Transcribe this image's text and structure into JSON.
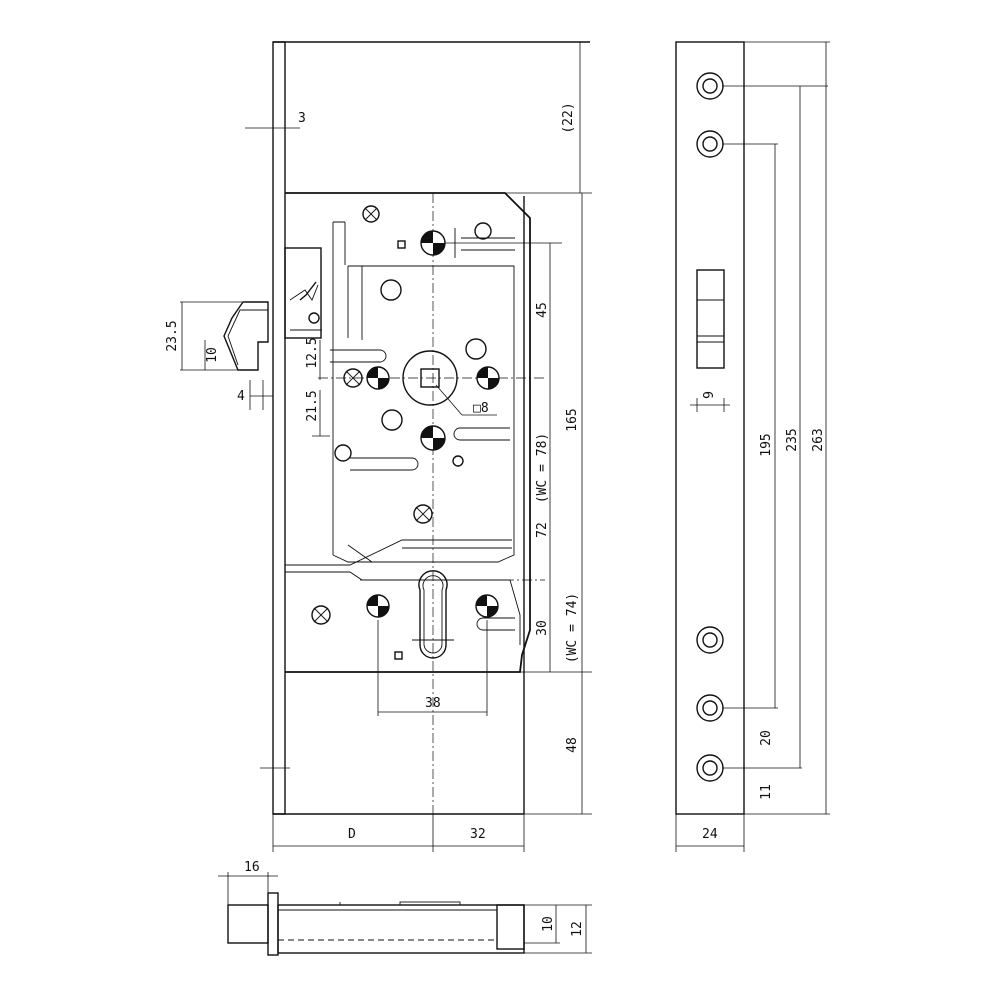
{
  "dimensions": {
    "top_gap": "(22)",
    "faceplate_thickness": "3",
    "latch_height": "23.5",
    "latch_inner": "10",
    "latch_offset": "4",
    "upper_offset_a": "12.5",
    "upper_offset_b": "21.5",
    "spindle_size": "□8",
    "dist_45": "45",
    "dist_165": "165",
    "wc_78": "(WC = 78)",
    "dist_72": "72",
    "wc_74": "(WC = 74)",
    "dist_30": "30",
    "dist_38": "38",
    "dist_48": "48",
    "backset": "D",
    "dist_32": "32",
    "plate_width": "24",
    "slot_9": "9",
    "hole_195": "195",
    "hole_235": "235",
    "plate_263": "263",
    "hole_20": "20",
    "hole_11": "11",
    "bolt_16": "16",
    "case_10": "10",
    "case_12": "12"
  }
}
